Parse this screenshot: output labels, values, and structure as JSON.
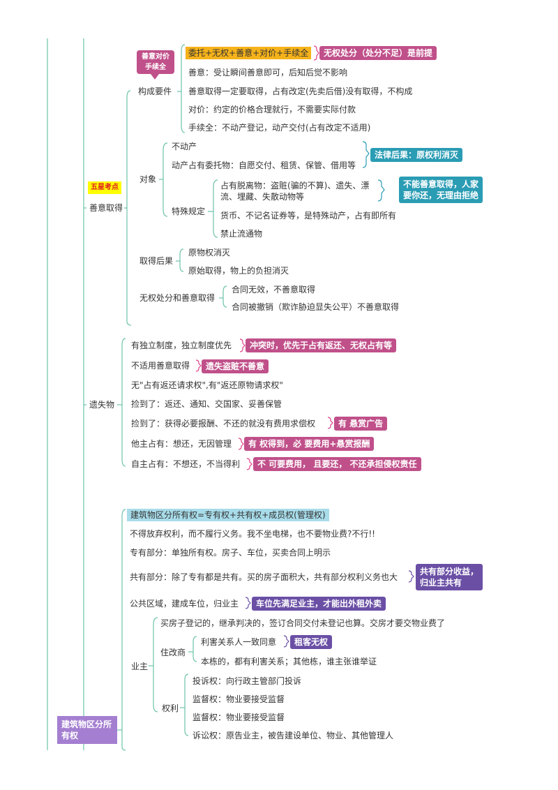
{
  "section1": {
    "callout": "善意对价\n手续全",
    "star": "五星考点",
    "main": "善意取得",
    "constitution": "构成要件",
    "c_items": [
      "委托+无权+善意+对价+手续全",
      "善意：受让瞬间善意即可，后知后觉不影响",
      "善意取得一定要取得，占有改定(先卖后借)没有取得，不构成",
      "对价：约定的价格合理就行，不需要实际付款",
      "手续全：不动产登记，动产交付(占有改定不适用)"
    ],
    "c_tag": "无权处分（处分不足）是前提",
    "object": "对象",
    "o_items": [
      "不动产",
      "动产占有委托物：自愿交付、租赁、保管、借用等"
    ],
    "o_tag": "法律后果：原权利消灭",
    "special": "特殊规定",
    "s_item1": "占有脱离物：盗赃(骗的不算)、遗失、漂\n流、埋藏、失散动物等",
    "s_tag": "不能善意取得，人家\n要你还，无理由拒绝",
    "s_item2": "货币、不记名证券等，是特殊动产，占有即所有",
    "s_item3": "禁止流通物",
    "result": "取得后果",
    "r_items": [
      "原物权消灭",
      "原始取得，物上的负担消灭"
    ],
    "unauth": "无权处分和善意取得",
    "u_items": [
      "合同无效，不善意取得",
      "合同被撤销（欺诈胁迫显失公平）不善意取得"
    ]
  },
  "section2": {
    "main": "遗失物",
    "items": [
      "有独立制度，独立制度优先",
      "不适用善意取得",
      "无\"占有返还请求权\",有\"返还原物请求权\"",
      "捡到了：返还、通知、交国家、妥善保管",
      "捡到了：获得必要报酬、不还的就没有费用求偿权",
      "他主占有：想还，无因管理",
      "自主占有：不想还，不当得利"
    ],
    "tags": [
      "冲突时，优先于占有返还、无权占有等",
      "遗失盗赃不善意",
      "有 悬赏广告",
      "有 权得到，必 要费用+悬赏报酬",
      "不 可要费用， 且要还， 不还承担侵权责任"
    ]
  },
  "section3": {
    "root": "建筑物区分所有权",
    "items": [
      "建筑物区分所有权=专有权+共有权+成员权(管理权)",
      "不得放弃权利，而不履行义务。我不坐电梯，也不要物业费?不行!!",
      "专有部分：单独所有权。房子、车位，买卖合同上明示",
      "共有部分：除了专有都是共有。买的房子面积大，共有部分权利义务也大",
      "公共区域，建成车位，归业主"
    ],
    "tag_common": "共有部分收益，\n归业主共有",
    "tag_parking": "车位先满足业主，才能出外租外卖",
    "owner": "业主",
    "owner_first": "买房子登记的，继承判决的，签订合同交付未登记也算。交房才要交物业费了",
    "reno": "住改商",
    "reno_items": [
      "利害关系人一致同意",
      "本栋的，都有利害关系；其他栋，谁主张谁举证"
    ],
    "reno_tag": "租客无权",
    "rights": "权利",
    "rights_items": [
      "投诉权：向行政主管部门投诉",
      "监督权：物业要接受监督",
      "监督权：物业要接受监督",
      "诉讼权：原告业主，被告建设单位、物业、其他管理人"
    ]
  },
  "colors": {
    "magenta": "#c0508a",
    "teal": "#2a9cb4",
    "purple": "#6a4fa5",
    "orange": "#f5b21a",
    "lightblue": "#a8dcea",
    "root": "#a47fd1",
    "line": "#6cc3a9"
  }
}
